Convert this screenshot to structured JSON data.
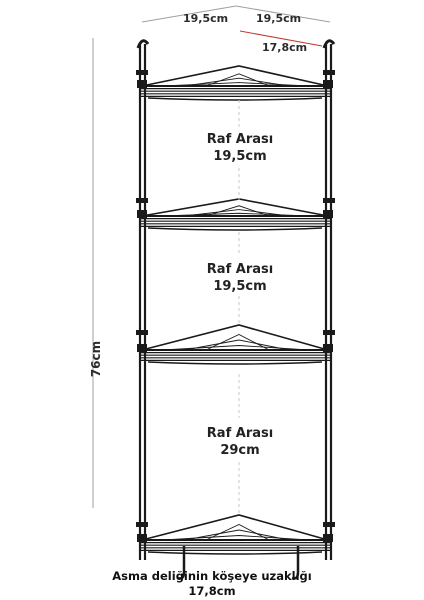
{
  "top_dims": {
    "left_width": "19,5cm",
    "right_width": "19,5cm",
    "corner_depth": "17,8cm"
  },
  "height_label": "76cm",
  "gaps": [
    {
      "title": "Raf Arası",
      "value": "19,5cm"
    },
    {
      "title": "Raf Arası",
      "value": "19,5cm"
    },
    {
      "title": "Raf Arası",
      "value": "29cm"
    }
  ],
  "caption": {
    "line1": "Asma deliğinin köşeye uzaklığı",
    "line2": "17,8cm"
  },
  "colors": {
    "frame": "#1a1a1a",
    "dimension_line": "#999999",
    "accent_red": "#c0392b"
  }
}
